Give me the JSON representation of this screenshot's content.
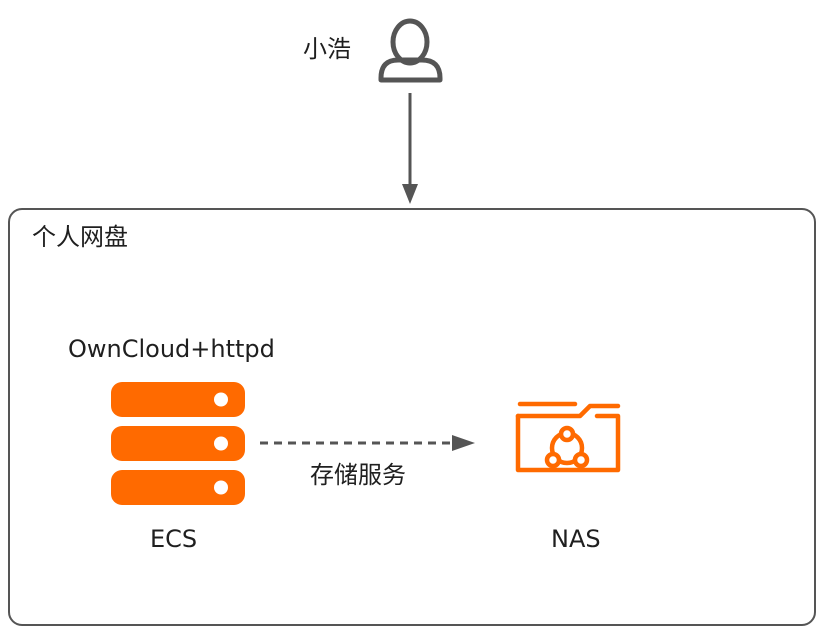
{
  "user": {
    "label": "小浩",
    "icon": "user-icon"
  },
  "container": {
    "title": "个人网盘"
  },
  "ecs": {
    "caption": "OwnCloud+httpd",
    "label": "ECS",
    "icon": "server-icon"
  },
  "nas": {
    "label": "NAS",
    "icon": "nas-folder-icon"
  },
  "connection": {
    "label": "存储服务"
  },
  "colors": {
    "accent": "#FF6A00",
    "stroke": "#555555",
    "text": "#1f1f1f"
  }
}
